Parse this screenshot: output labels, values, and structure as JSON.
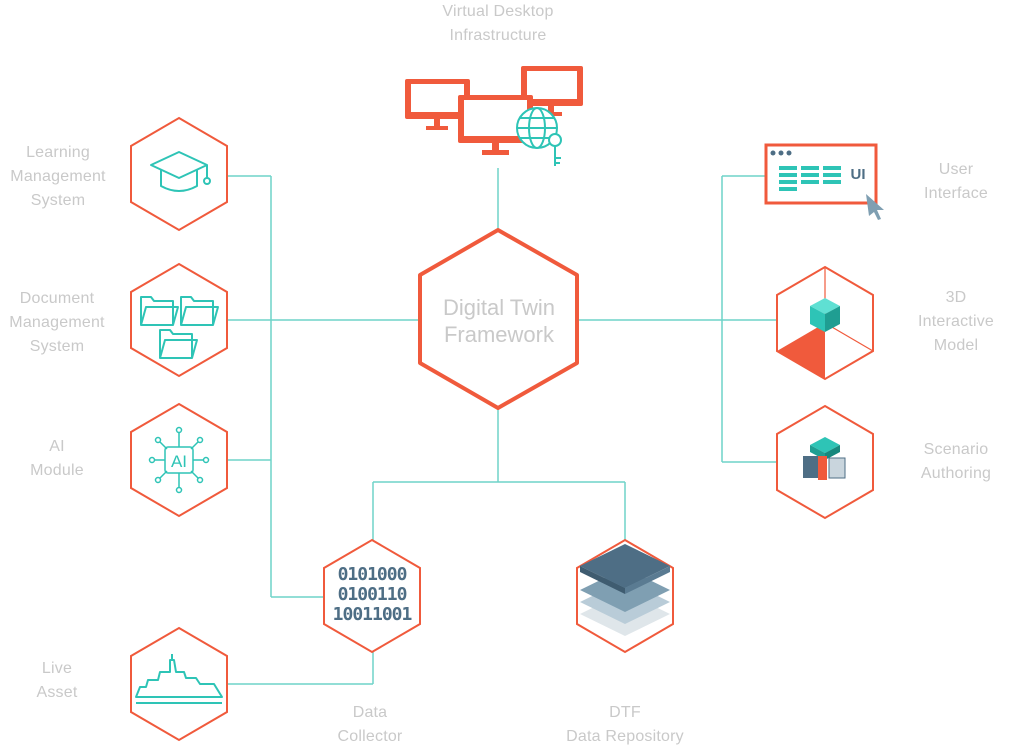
{
  "center": {
    "line1": "Digital Twin",
    "line2": "Framework"
  },
  "nodes": {
    "vdi": {
      "line1": "Virtual Desktop",
      "line2": "Infrastructure"
    },
    "lms": {
      "line1": "Learning",
      "line2": "Management",
      "line3": "System"
    },
    "dms": {
      "line1": "Document",
      "line2": "Management",
      "line3": "System"
    },
    "ai": {
      "line1": "AI",
      "line2": "Module",
      "icon_text": "AI"
    },
    "live": {
      "line1": "Live",
      "line2": "Asset"
    },
    "collector": {
      "line1": "Data",
      "line2": "Collector",
      "bits": [
        "0101000",
        "0100110",
        "10011001"
      ]
    },
    "repo": {
      "line1": "DTF",
      "line2": "Data Repository"
    },
    "ui": {
      "line1": "User",
      "line2": "Interface",
      "icon_text": "UI"
    },
    "model3d": {
      "line1": "3D",
      "line2": "Interactive",
      "line3": "Model"
    },
    "scenario": {
      "line1": "Scenario",
      "line2": "Authoring"
    }
  },
  "colors": {
    "hex_stroke": "#f05a3c",
    "connector": "#6fd3c9",
    "icon_teal": "#2ec4b6",
    "label": "#c9c9c9",
    "icon_slate": "#4e6e85"
  }
}
